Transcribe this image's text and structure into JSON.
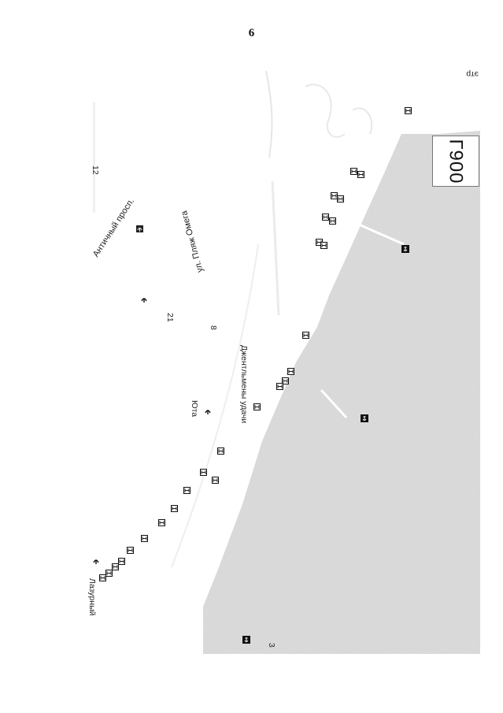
{
  "page": {
    "number": "6"
  },
  "map": {
    "route_label": "Г900",
    "labels": {
      "top_right": "этр",
      "number_12": "12",
      "avenue": "Античный просп.",
      "street": "ул. Пляж Омега",
      "number_21": "21",
      "number_8": "8",
      "gentlemen": "Джентльмены удачи",
      "yuta": "Юта",
      "lazurny": "Лазурный",
      "number_3": "3"
    },
    "icons": {
      "hotel": "hotel-icon",
      "anchor": "anchor-icon",
      "beach": "sun-umbrella-icon"
    },
    "colors": {
      "sea": "#d9d9d9",
      "land": "#ffffff",
      "ink": "#111111"
    }
  }
}
